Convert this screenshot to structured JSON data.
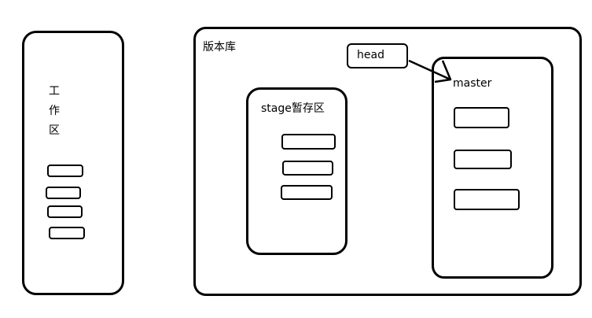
{
  "workspace": {
    "label_chars": [
      "工",
      "作",
      "区"
    ]
  },
  "repository": {
    "label": "版本库"
  },
  "stage": {
    "label": "stage暂存区"
  },
  "head": {
    "label": "head"
  },
  "master": {
    "label": "master"
  }
}
